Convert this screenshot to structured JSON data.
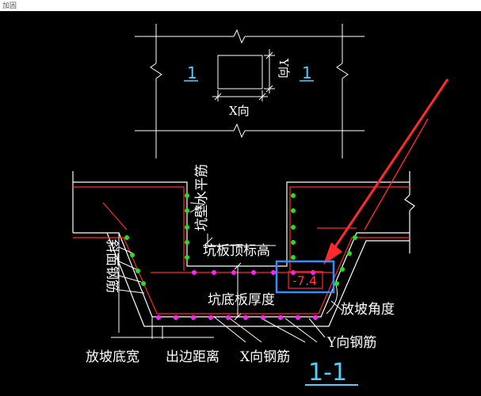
{
  "corner_label": "加固",
  "plan_view": {
    "section_mark_left": "1",
    "section_mark_right": "1",
    "x_direction": "X向",
    "y_direction": "Y向"
  },
  "section_view": {
    "labels": {
      "pit_wall_horizontal_rebar": "坑壁水平筋",
      "slab_top_elevation": "坑板顶标高",
      "slope_rebar": "斜面钢筋",
      "pit_bottom_thickness": "坑底板厚度",
      "slope_angle": "放坡角度",
      "slope_bottom_width": "放坡底宽",
      "edge_distance": "出边距离",
      "x_rebar": "X向钢筋",
      "y_rebar": "Y向钢筋"
    },
    "elevation_value": "-7.4",
    "section_title": "1-1"
  },
  "colors": {
    "background": "#000000",
    "line": "#ffffff",
    "rebar_line": "#ff2a2a",
    "green_rebar_dot": "#22e022",
    "magenta_rebar_dot": "#ff22ff",
    "cyan_text": "#4fd0ff",
    "highlight_box": "#2f8fff",
    "elevation_text": "#ff3333"
  }
}
